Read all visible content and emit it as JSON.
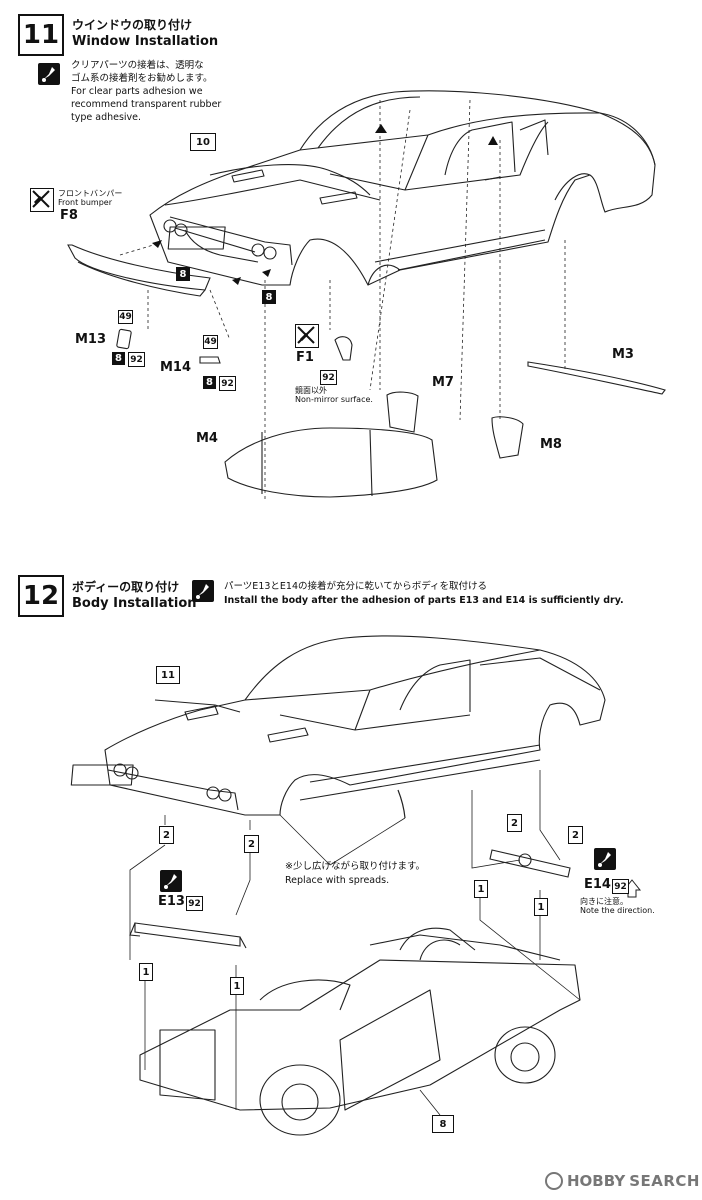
{
  "step11": {
    "number": "11",
    "title_jp": "ウインドウの取り付け",
    "title_en": "Window Installation",
    "glue_note_jp_1": "クリアパーツの接着は、透明な",
    "glue_note_jp_2": "ゴム系の接着剤をお勧めします。",
    "glue_note_en_1": "For clear parts adhesion we",
    "glue_note_en_2": "recommend transparent rubber",
    "glue_note_en_3": "type adhesive.",
    "callout_10": "10",
    "front_bumper_jp": "フロントバンパー",
    "front_bumper_en": "Front bumper",
    "part_f8": "F8",
    "color_8a": "8",
    "color_8b": "8",
    "part_m13": "M13",
    "m13_color_top": "49",
    "m13_color_a": "8",
    "m13_color_b": "92",
    "part_m14": "M14",
    "m14_color_top": "49",
    "m14_color_a": "8",
    "m14_color_b": "92",
    "part_f1": "F1",
    "f1_color": "92",
    "f1_note_jp": "鏡面以外",
    "f1_note_en": "Non-mirror surface.",
    "part_m7": "M7",
    "part_m3": "M3",
    "part_m4": "M4",
    "part_m8": "M8"
  },
  "step12": {
    "number": "12",
    "title_jp": "ボディーの取り付け",
    "title_en": "Body Installation",
    "note_jp": "パーツE13とE14の接着が充分に乾いてからボディを取付ける",
    "note_en": "Install the body after the adhesion of parts E13 and E14 is sufficiently dry.",
    "callout_11": "11",
    "step_2a": "2",
    "step_2b": "2",
    "step_2c": "2",
    "step_2d": "2",
    "spread_jp": "※少し広げながら取り付けます。",
    "spread_en": "Replace with spreads.",
    "part_e13": "E13",
    "e13_color": "92",
    "part_e14": "E14",
    "e14_color": "92",
    "direction_jp": "向きに注意。",
    "direction_en": "Note the direction.",
    "step_1a": "1",
    "step_1b": "1",
    "step_1c": "1",
    "step_1d": "1",
    "callout_8": "8"
  },
  "watermark": {
    "brand": "HOBBY",
    "search": "SEARCH"
  }
}
